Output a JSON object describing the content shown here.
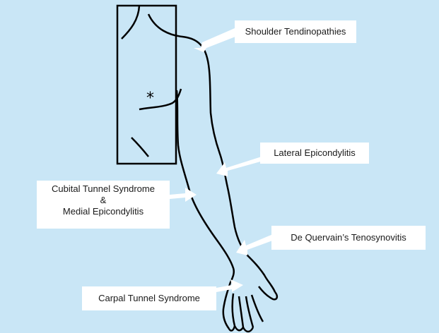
{
  "diagram": {
    "colors": {
      "background": "#c9e6f6",
      "outline": "#000000",
      "label_background": "#ffffff",
      "arrow": "#ffffff"
    },
    "labels": {
      "shoulder": "Shoulder Tendinopathies",
      "lateral": "Lateral Epicondylitis",
      "cubital_line1": "Cubital Tunnel Syndrome",
      "cubital_line2": "&",
      "cubital_line3": "Medial Epicondylitis",
      "dequervain": "De Quervain’s Tenosynovitis",
      "carpal": "Carpal Tunnel Syndrome"
    },
    "nipple_marker": "*"
  }
}
